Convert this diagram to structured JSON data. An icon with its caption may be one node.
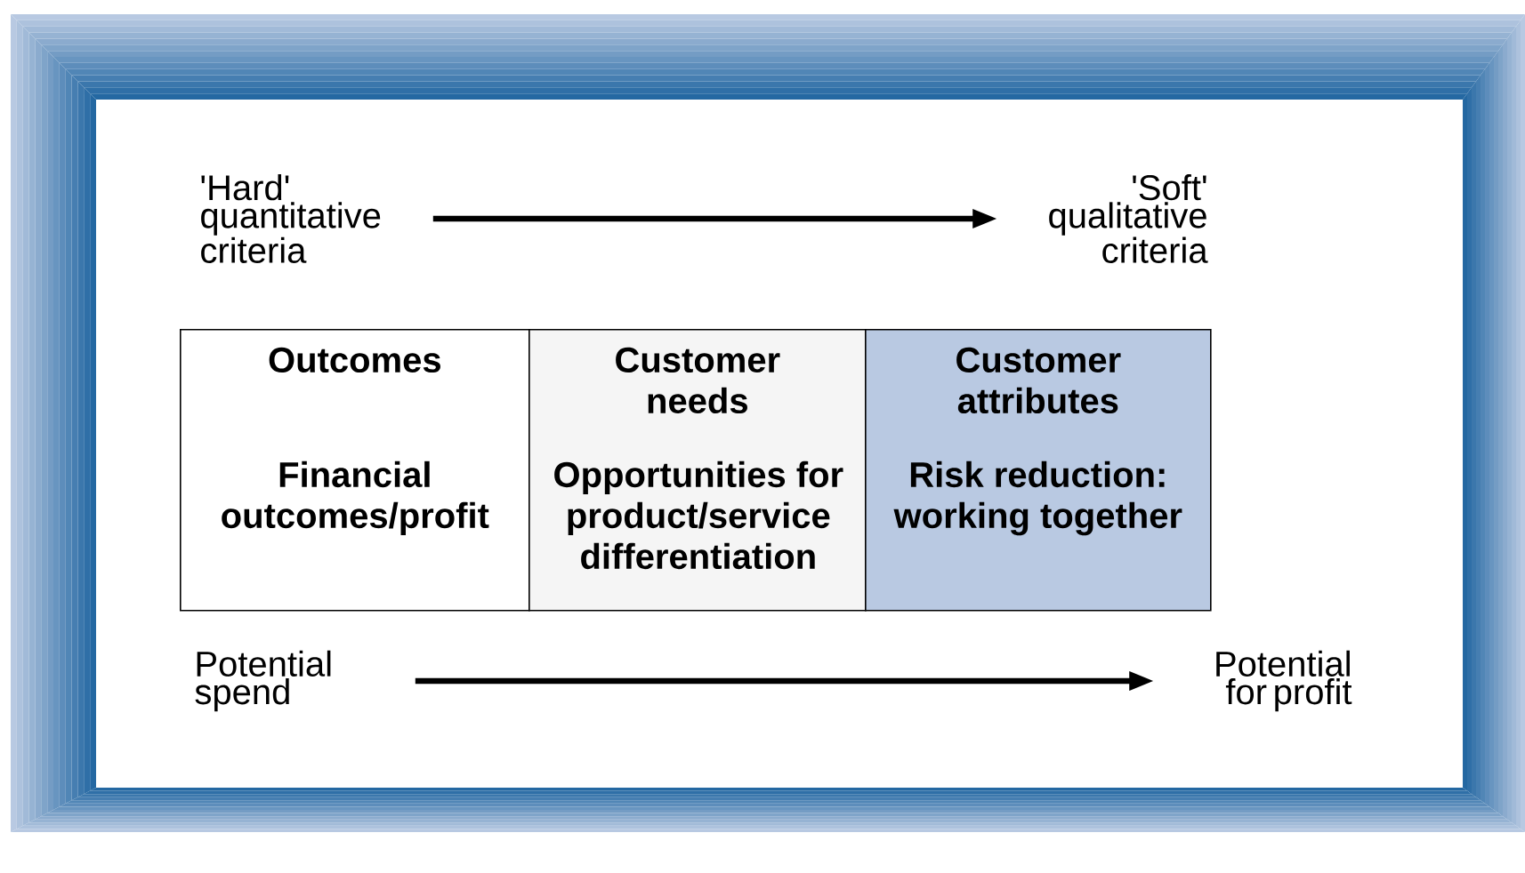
{
  "diagram": {
    "nodes": [
      {
        "text": [
          "'Hard' quantitative criteria"
        ]
      },
      {
        "text": [
          "'Soft' qualitative criteria"
        ]
      },
      {
        "text": [
          "Outcomes",
          "Financial outcomes/profit"
        ]
      },
      {
        "text": [
          "Customer needs",
          "Opportunities for product/service differentiation"
        ]
      },
      {
        "text": [
          "Customer attributes",
          "Risk reduction: working together"
        ]
      },
      {
        "text": [
          "Potential spend"
        ]
      },
      {
        "text": [
          "Potential for profit"
        ]
      }
    ],
    "edges": [
      {
        "from": 0,
        "to": 1,
        "arrow": "to"
      },
      {
        "from": 5,
        "to": 6,
        "arrow": "to"
      }
    ]
  }
}
